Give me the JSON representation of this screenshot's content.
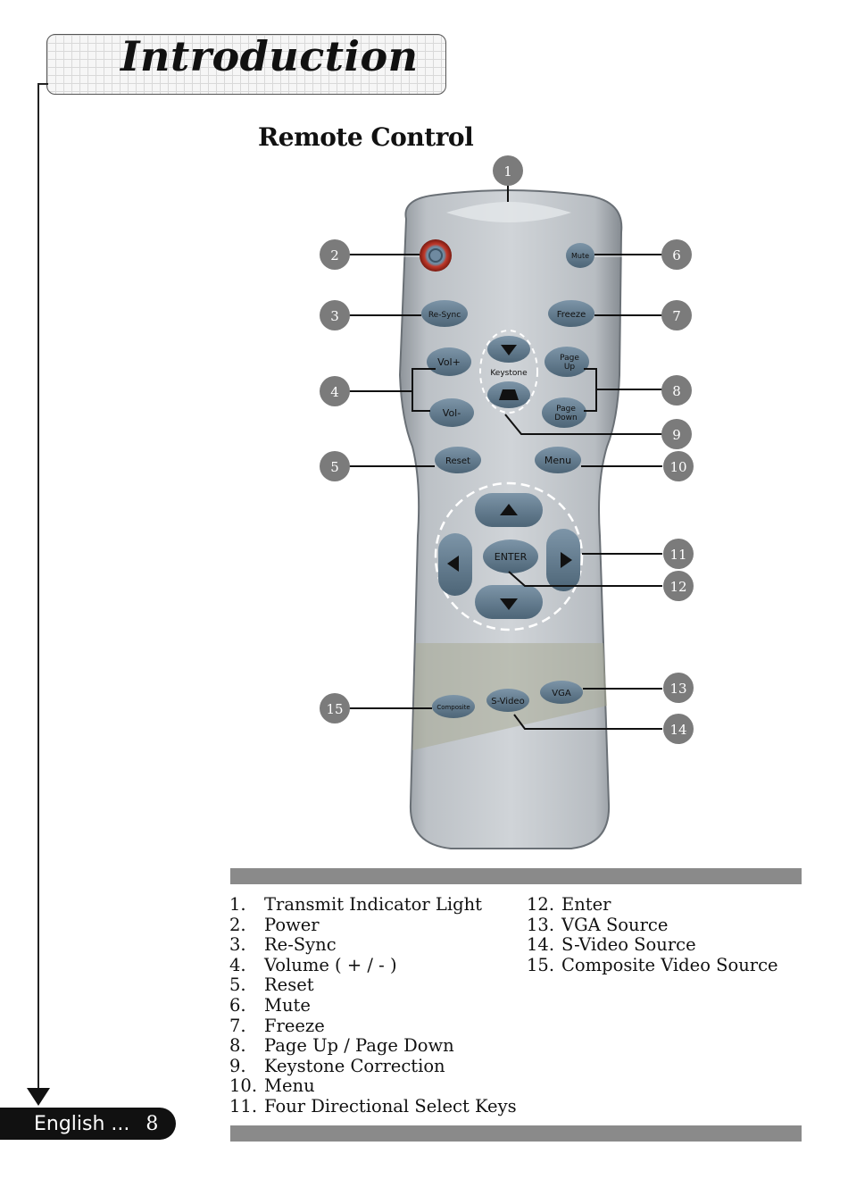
{
  "header": {
    "title": "Introduction"
  },
  "section": {
    "title": "Remote Control"
  },
  "footer": {
    "language": "English ...",
    "page_number": "8"
  },
  "remote": {
    "buttons": {
      "mute": "Mute",
      "resync": "Re-Sync",
      "freeze": "Freeze",
      "vol_up": "Vol+",
      "vol_down": "Vol-",
      "page_up": "Page Up",
      "page_down": "Page Down",
      "keystone": "Keystone",
      "reset": "Reset",
      "menu": "Menu",
      "enter": "ENTER",
      "vga": "VGA",
      "svideo": "S-Video",
      "composite": "Composite"
    },
    "callouts": [
      "1",
      "2",
      "3",
      "4",
      "5",
      "6",
      "7",
      "8",
      "9",
      "10",
      "11",
      "12",
      "13",
      "14",
      "15"
    ]
  },
  "legend": {
    "left": [
      {
        "num": "1.",
        "label": "Transmit Indicator Light"
      },
      {
        "num": "2.",
        "label": "Power"
      },
      {
        "num": "3.",
        "label": "Re-Sync"
      },
      {
        "num": "4.",
        "label": "Volume ( + / - )"
      },
      {
        "num": "5.",
        "label": "Reset"
      },
      {
        "num": "6.",
        "label": "Mute"
      },
      {
        "num": "7.",
        "label": "Freeze"
      },
      {
        "num": "8.",
        "label": "Page Up / Page Down"
      },
      {
        "num": "9.",
        "label": "Keystone Correction"
      },
      {
        "num": "10.",
        "label": "Menu"
      },
      {
        "num": "11.",
        "label": "Four Directional  Select Keys"
      }
    ],
    "right": [
      {
        "num": "12.",
        "label": "Enter"
      },
      {
        "num": "13.",
        "label": "VGA Source"
      },
      {
        "num": "14.",
        "label": "S-Video Source"
      },
      {
        "num": "15.",
        "label": "Composite Video Source"
      }
    ]
  }
}
